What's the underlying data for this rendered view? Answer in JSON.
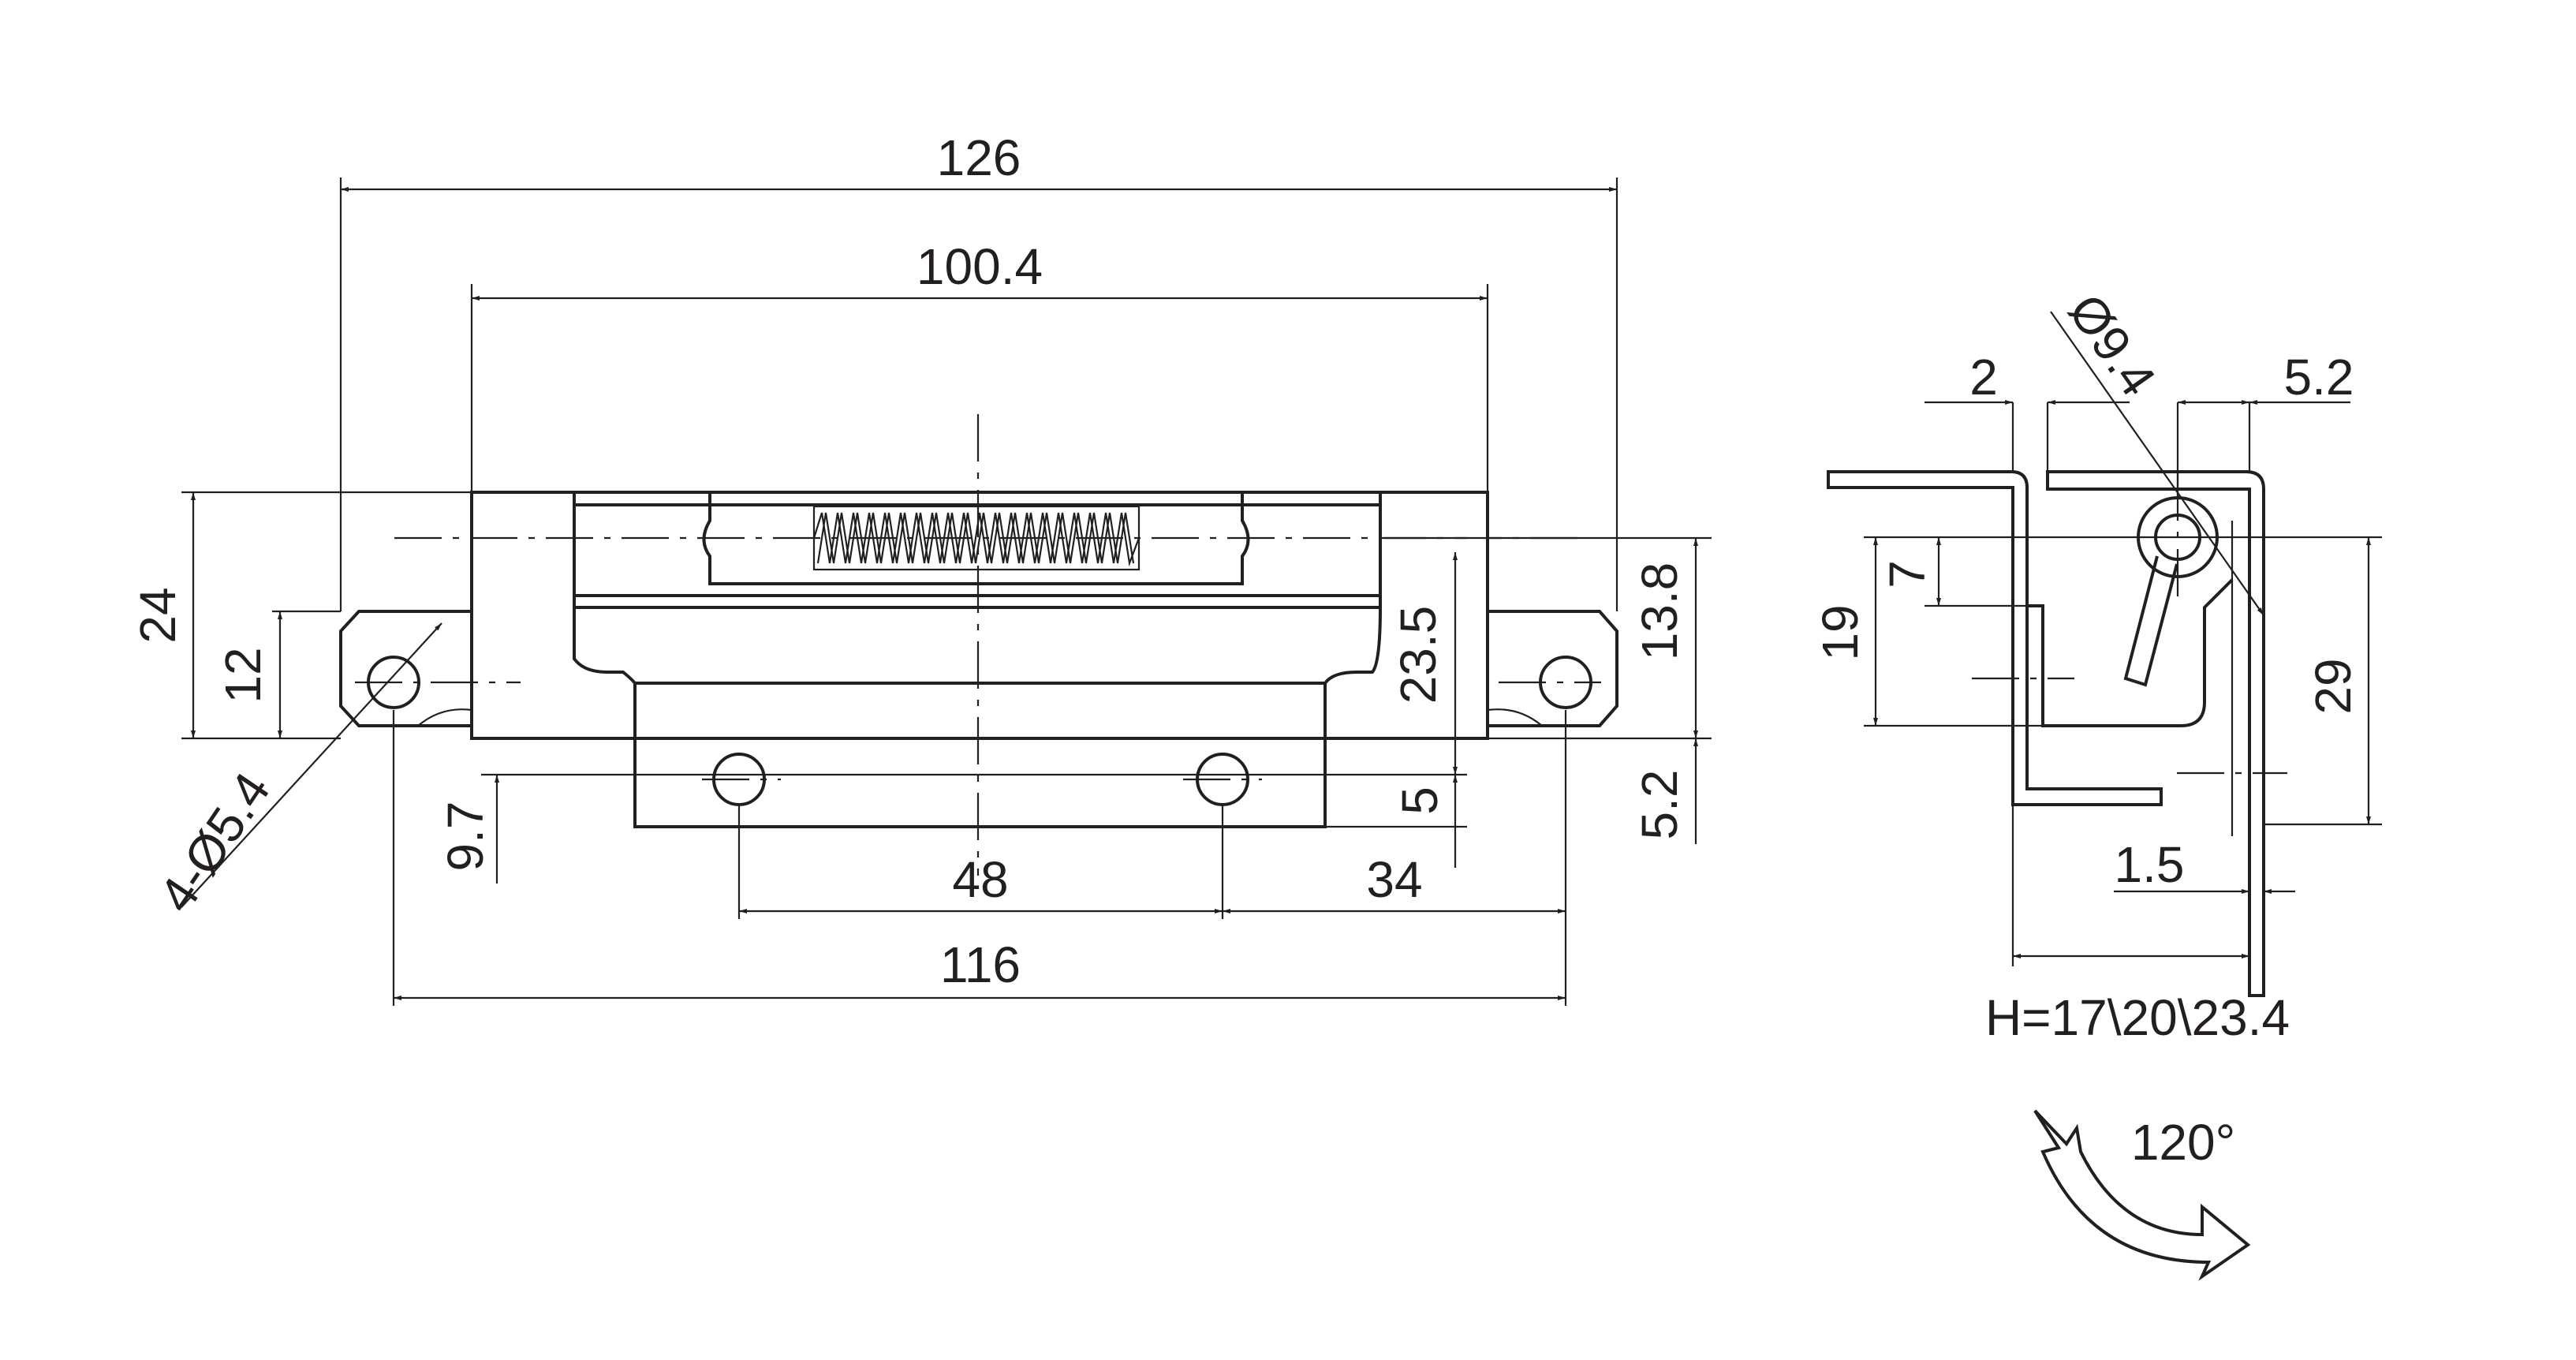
{
  "drawing": {
    "front_view": {
      "overall_length": "126",
      "body_length": "100.4",
      "height": "24",
      "flange_height": "12",
      "hole_spec": "4-Ø5.4",
      "bottom_hole_height": "9.7",
      "lower_hole_spacing": "48",
      "hole_offset": "34",
      "outer_hole_spacing": "116",
      "depth": "23.5",
      "bottom_offset": "5",
      "spring_center_height": "13.8",
      "flange_hole_offset": "5.2"
    },
    "side_view": {
      "leaf_thickness": "2",
      "pin_offset": "5.2",
      "pin_diameter": "Ø9.4",
      "pin_height": "7",
      "leaf_height": "19",
      "total_height": "29",
      "gap": "1.5",
      "height_options": "H=17\\20\\23.4",
      "opening_angle": "120°"
    }
  }
}
